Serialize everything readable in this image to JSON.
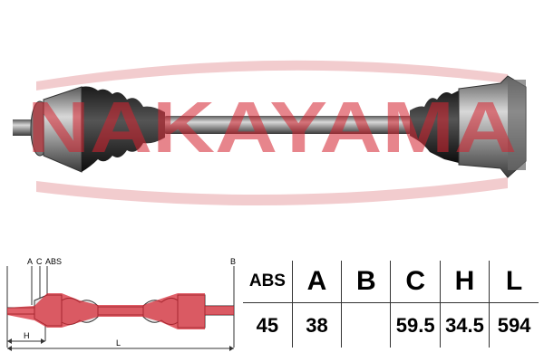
{
  "brand": {
    "watermark": "NAKAYAMA",
    "accent_color": "#d4232f"
  },
  "schematic": {
    "labels": {
      "a": "A",
      "c": "C",
      "abs": "ABS",
      "b": "B",
      "h": "H",
      "l": "L"
    }
  },
  "spec_table": {
    "headers": [
      "ABS",
      "A",
      "B",
      "C",
      "H",
      "L"
    ],
    "values": [
      "45",
      "38",
      "",
      "59.5",
      "34.5",
      "594"
    ]
  }
}
